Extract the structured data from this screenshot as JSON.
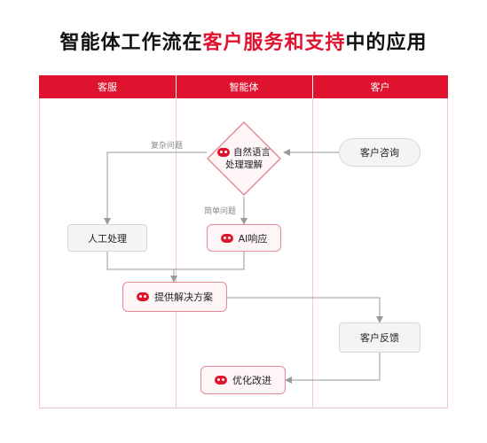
{
  "title": {
    "part1": "智能体工作流在",
    "highlight": "客户服务和支持",
    "part2": "中的应用"
  },
  "lanes": [
    {
      "label": "客服"
    },
    {
      "label": "智能体"
    },
    {
      "label": "客户"
    }
  ],
  "nodes": {
    "customer_inquiry": "客户咨询",
    "nlp_line1": "自然语言",
    "nlp_line2": "处理理解",
    "ai_response": "AI响应",
    "manual_handling": "人工处理",
    "provide_solution": "提供解决方案",
    "customer_feedback": "客户反馈",
    "optimize_improve": "优化改进"
  },
  "edge_labels": {
    "complex": "复杂问题",
    "simple": "简单问题"
  },
  "colors": {
    "accent": "#e0132f",
    "node_border_red": "#e58a96",
    "node_fill_gray": "#f4f4f4",
    "connector": "#9a9a9a"
  },
  "icons": {
    "ai_node_icon": "robot-icon",
    "arrow": "arrow-head"
  }
}
